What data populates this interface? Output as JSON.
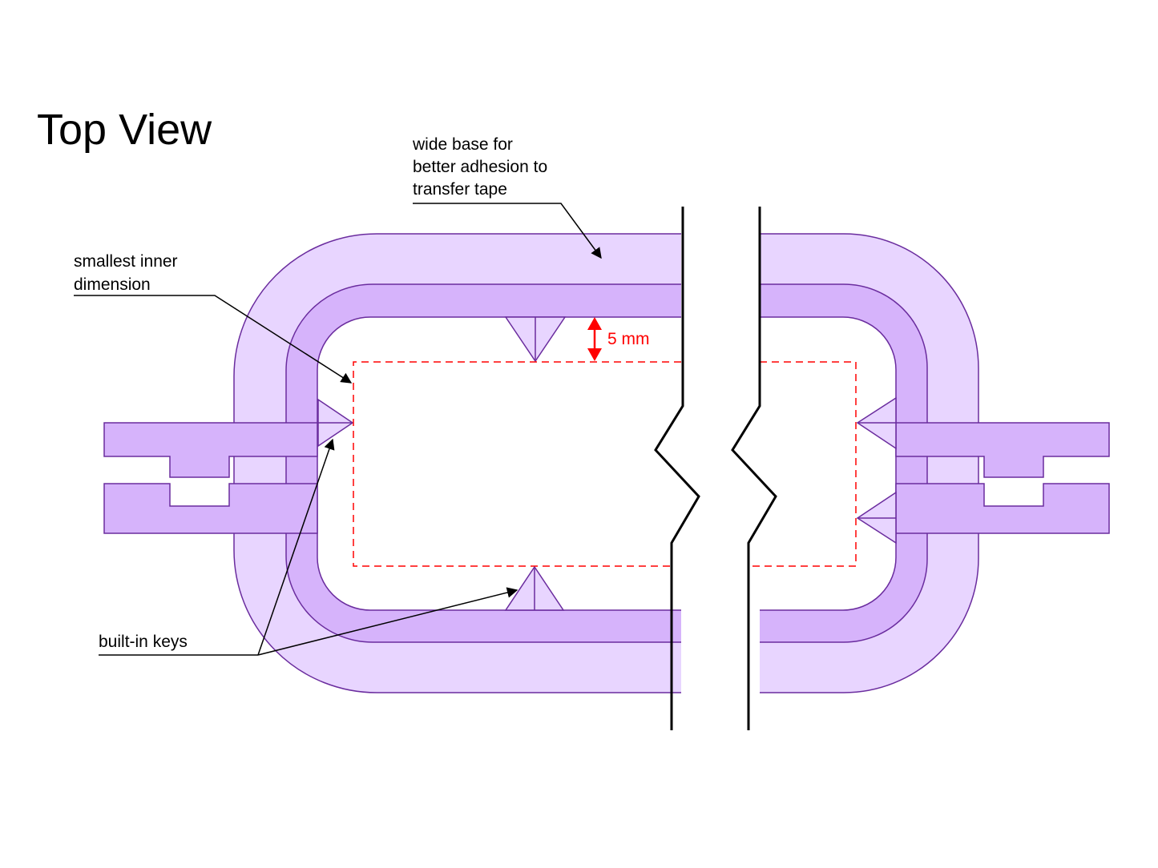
{
  "title": "Top View",
  "annotations": {
    "wide_base": [
      "wide base for",
      "better adhesion to",
      "transfer tape"
    ],
    "smallest_inner": [
      "smallest inner",
      "dimension"
    ],
    "built_in_keys": "built-in keys"
  },
  "dimension": {
    "label": "5 mm"
  },
  "colors": {
    "outer_base": "#e8d5ff",
    "inner_wall": "#d6b3fb",
    "outline": "#6a2c9e",
    "dimension": "#ff0000",
    "cut_line": "#000000"
  }
}
